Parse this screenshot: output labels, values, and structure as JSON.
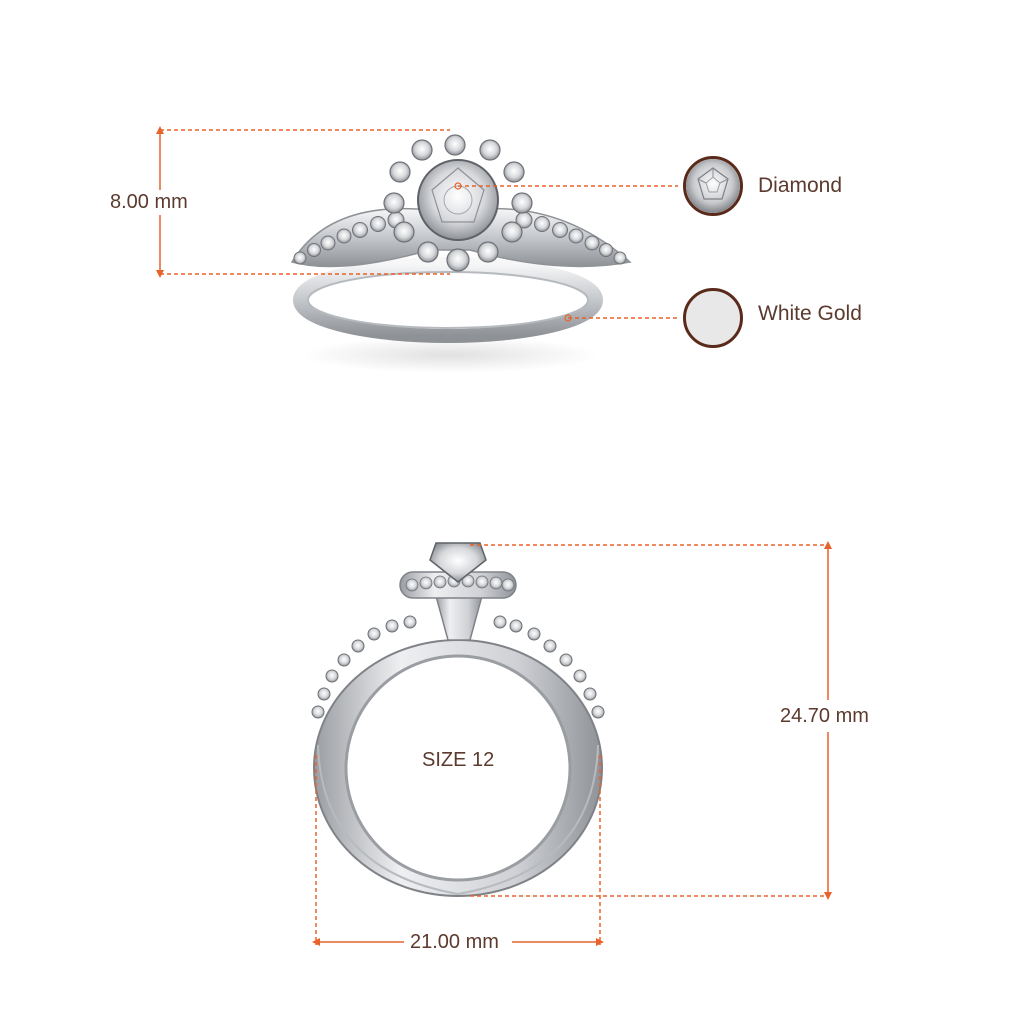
{
  "top_view": {
    "height_label": "8.00 mm"
  },
  "legend": {
    "items": [
      {
        "name": "Diamond",
        "icon": "diamond-icon"
      },
      {
        "name": "White Gold",
        "icon": "white-gold-swatch-icon",
        "color": "#e8e8e8"
      }
    ]
  },
  "front_view": {
    "height_label": "24.70 mm",
    "width_label": "21.00 mm",
    "size_label": "SIZE 12"
  },
  "colors": {
    "dimension_line": "#e8622b",
    "label_text": "#5c3a2e",
    "swatch_border": "#5a2a1a",
    "metal": "#d9dbde"
  }
}
